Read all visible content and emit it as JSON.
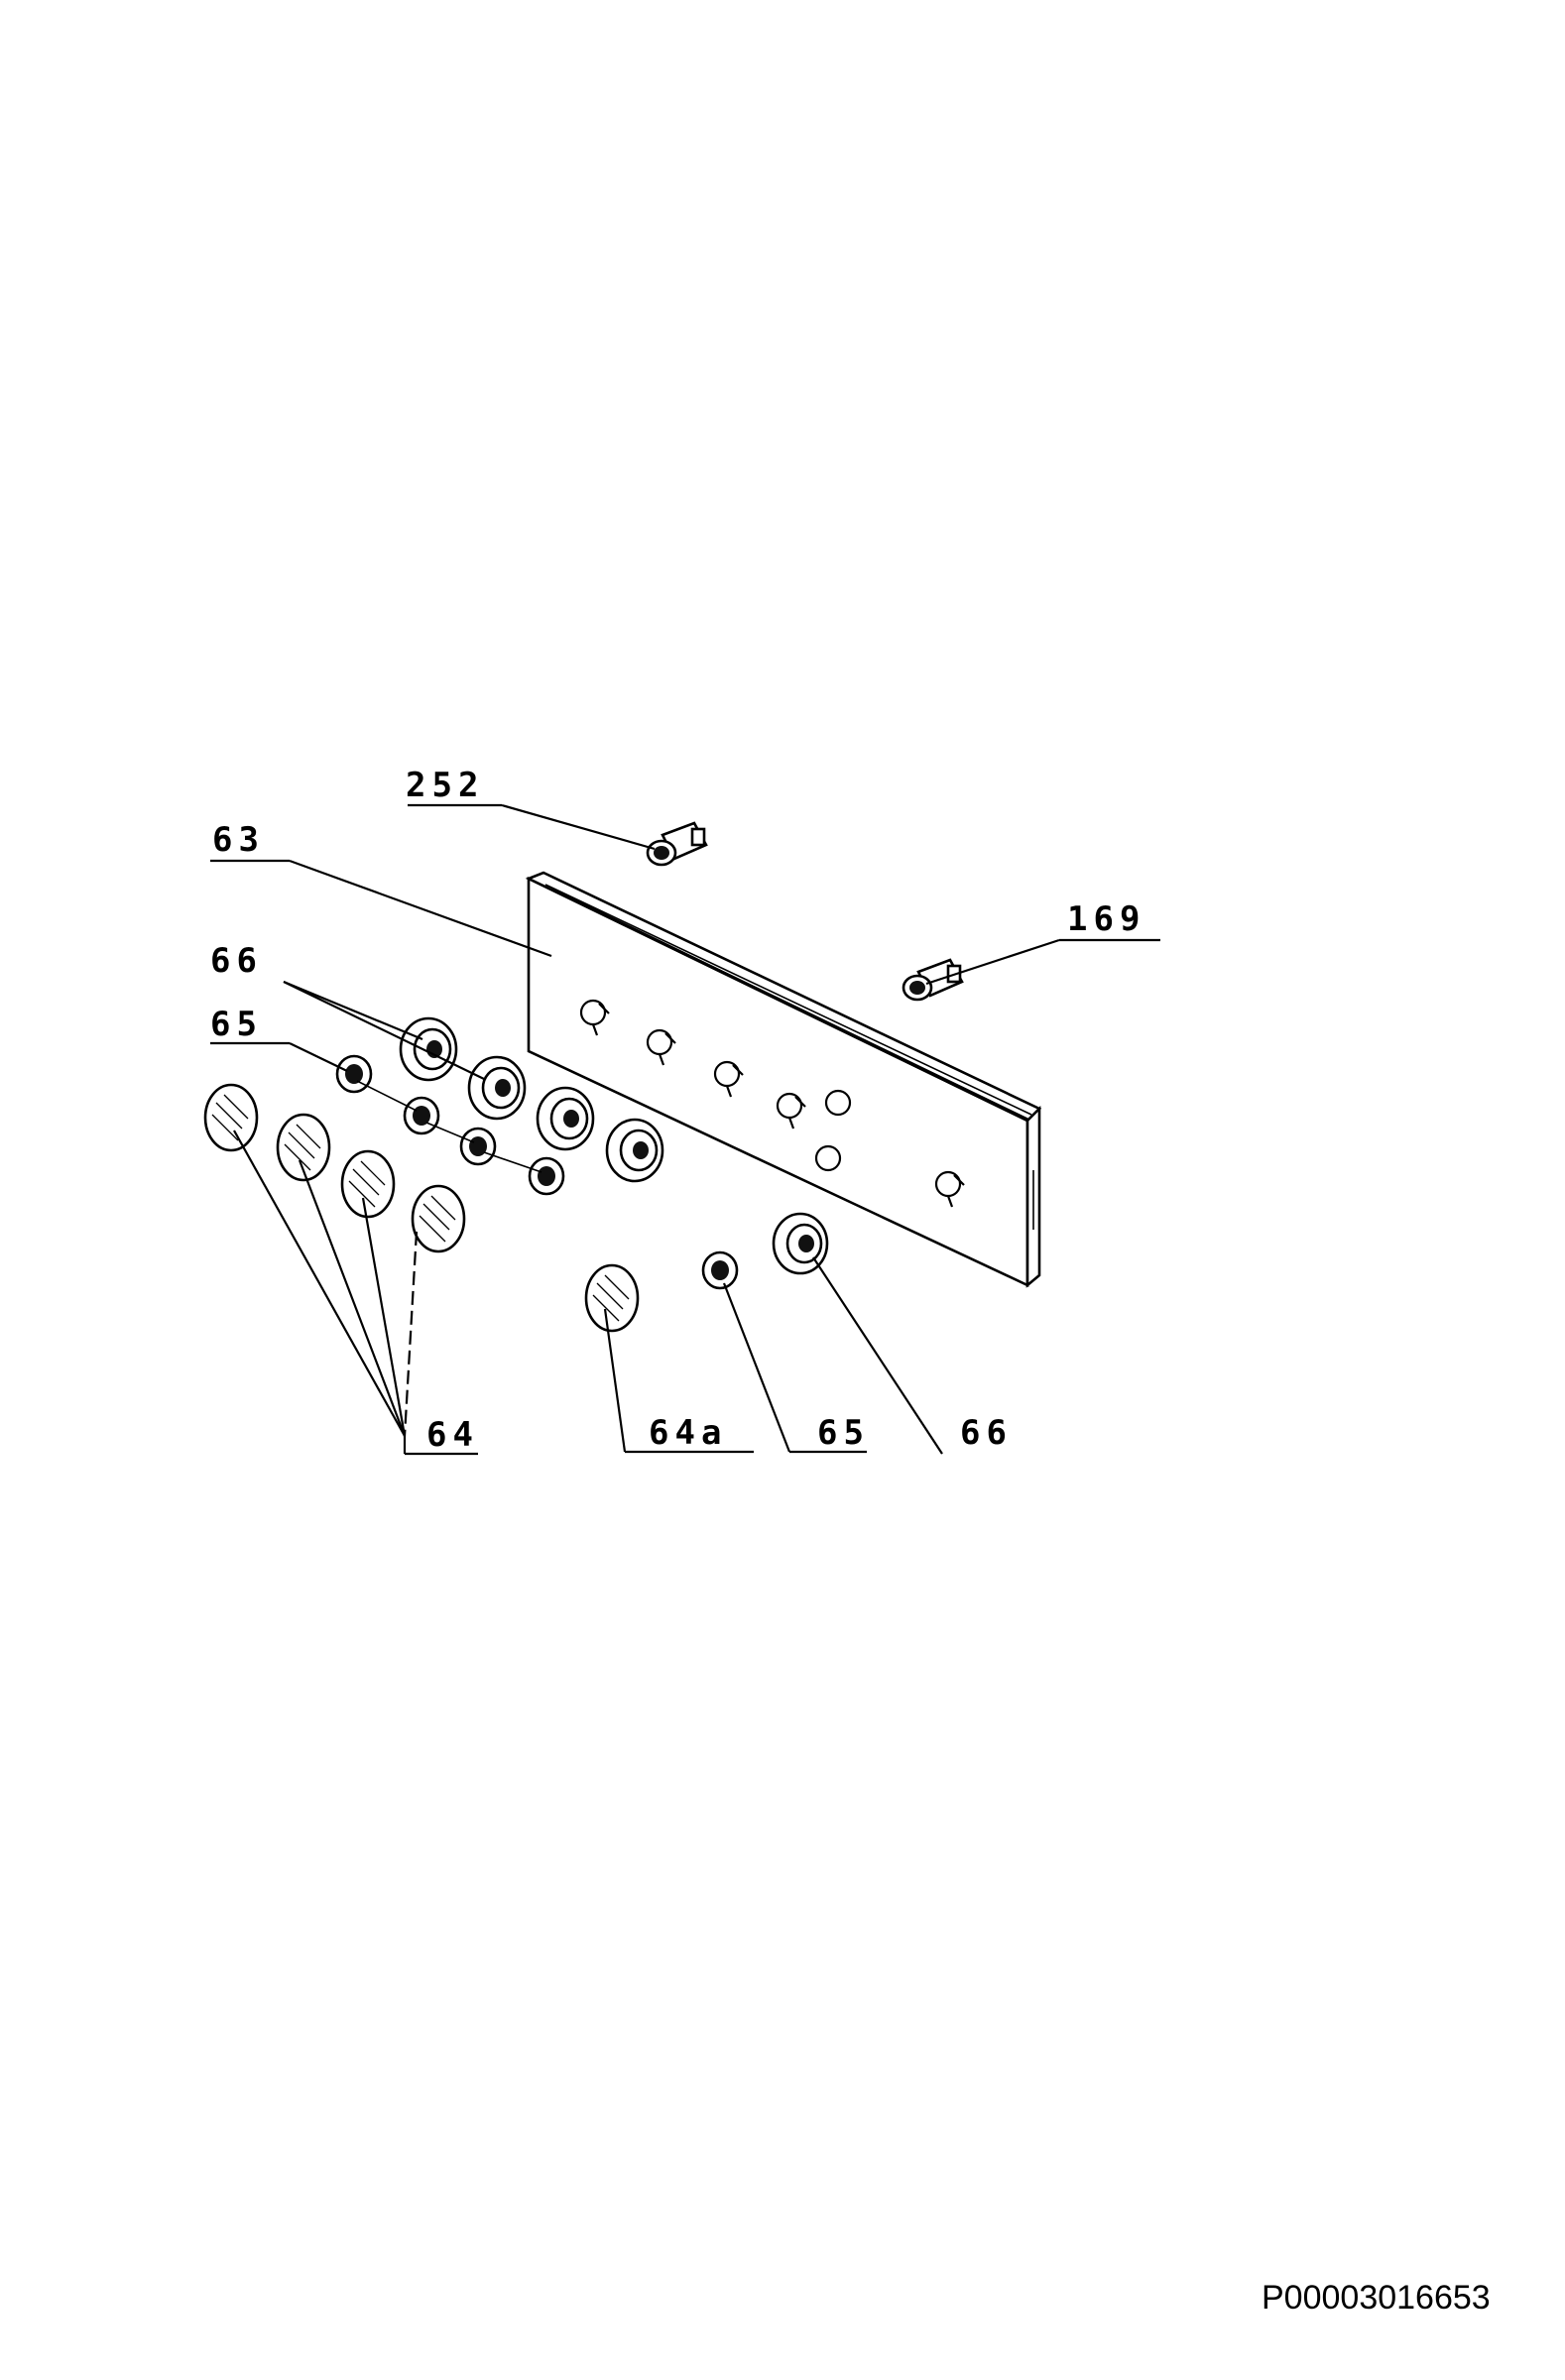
{
  "diagram": {
    "callouts": [
      {
        "id": "c252",
        "label": "252"
      },
      {
        "id": "c63",
        "label": "63"
      },
      {
        "id": "c66a",
        "label": "66"
      },
      {
        "id": "c65a",
        "label": "65"
      },
      {
        "id": "c169",
        "label": "169"
      },
      {
        "id": "c64",
        "label": "64"
      },
      {
        "id": "c64a",
        "label": "64a"
      },
      {
        "id": "c65b",
        "label": "65"
      },
      {
        "id": "c66b",
        "label": "66"
      }
    ],
    "document_code": "P00003016653"
  }
}
